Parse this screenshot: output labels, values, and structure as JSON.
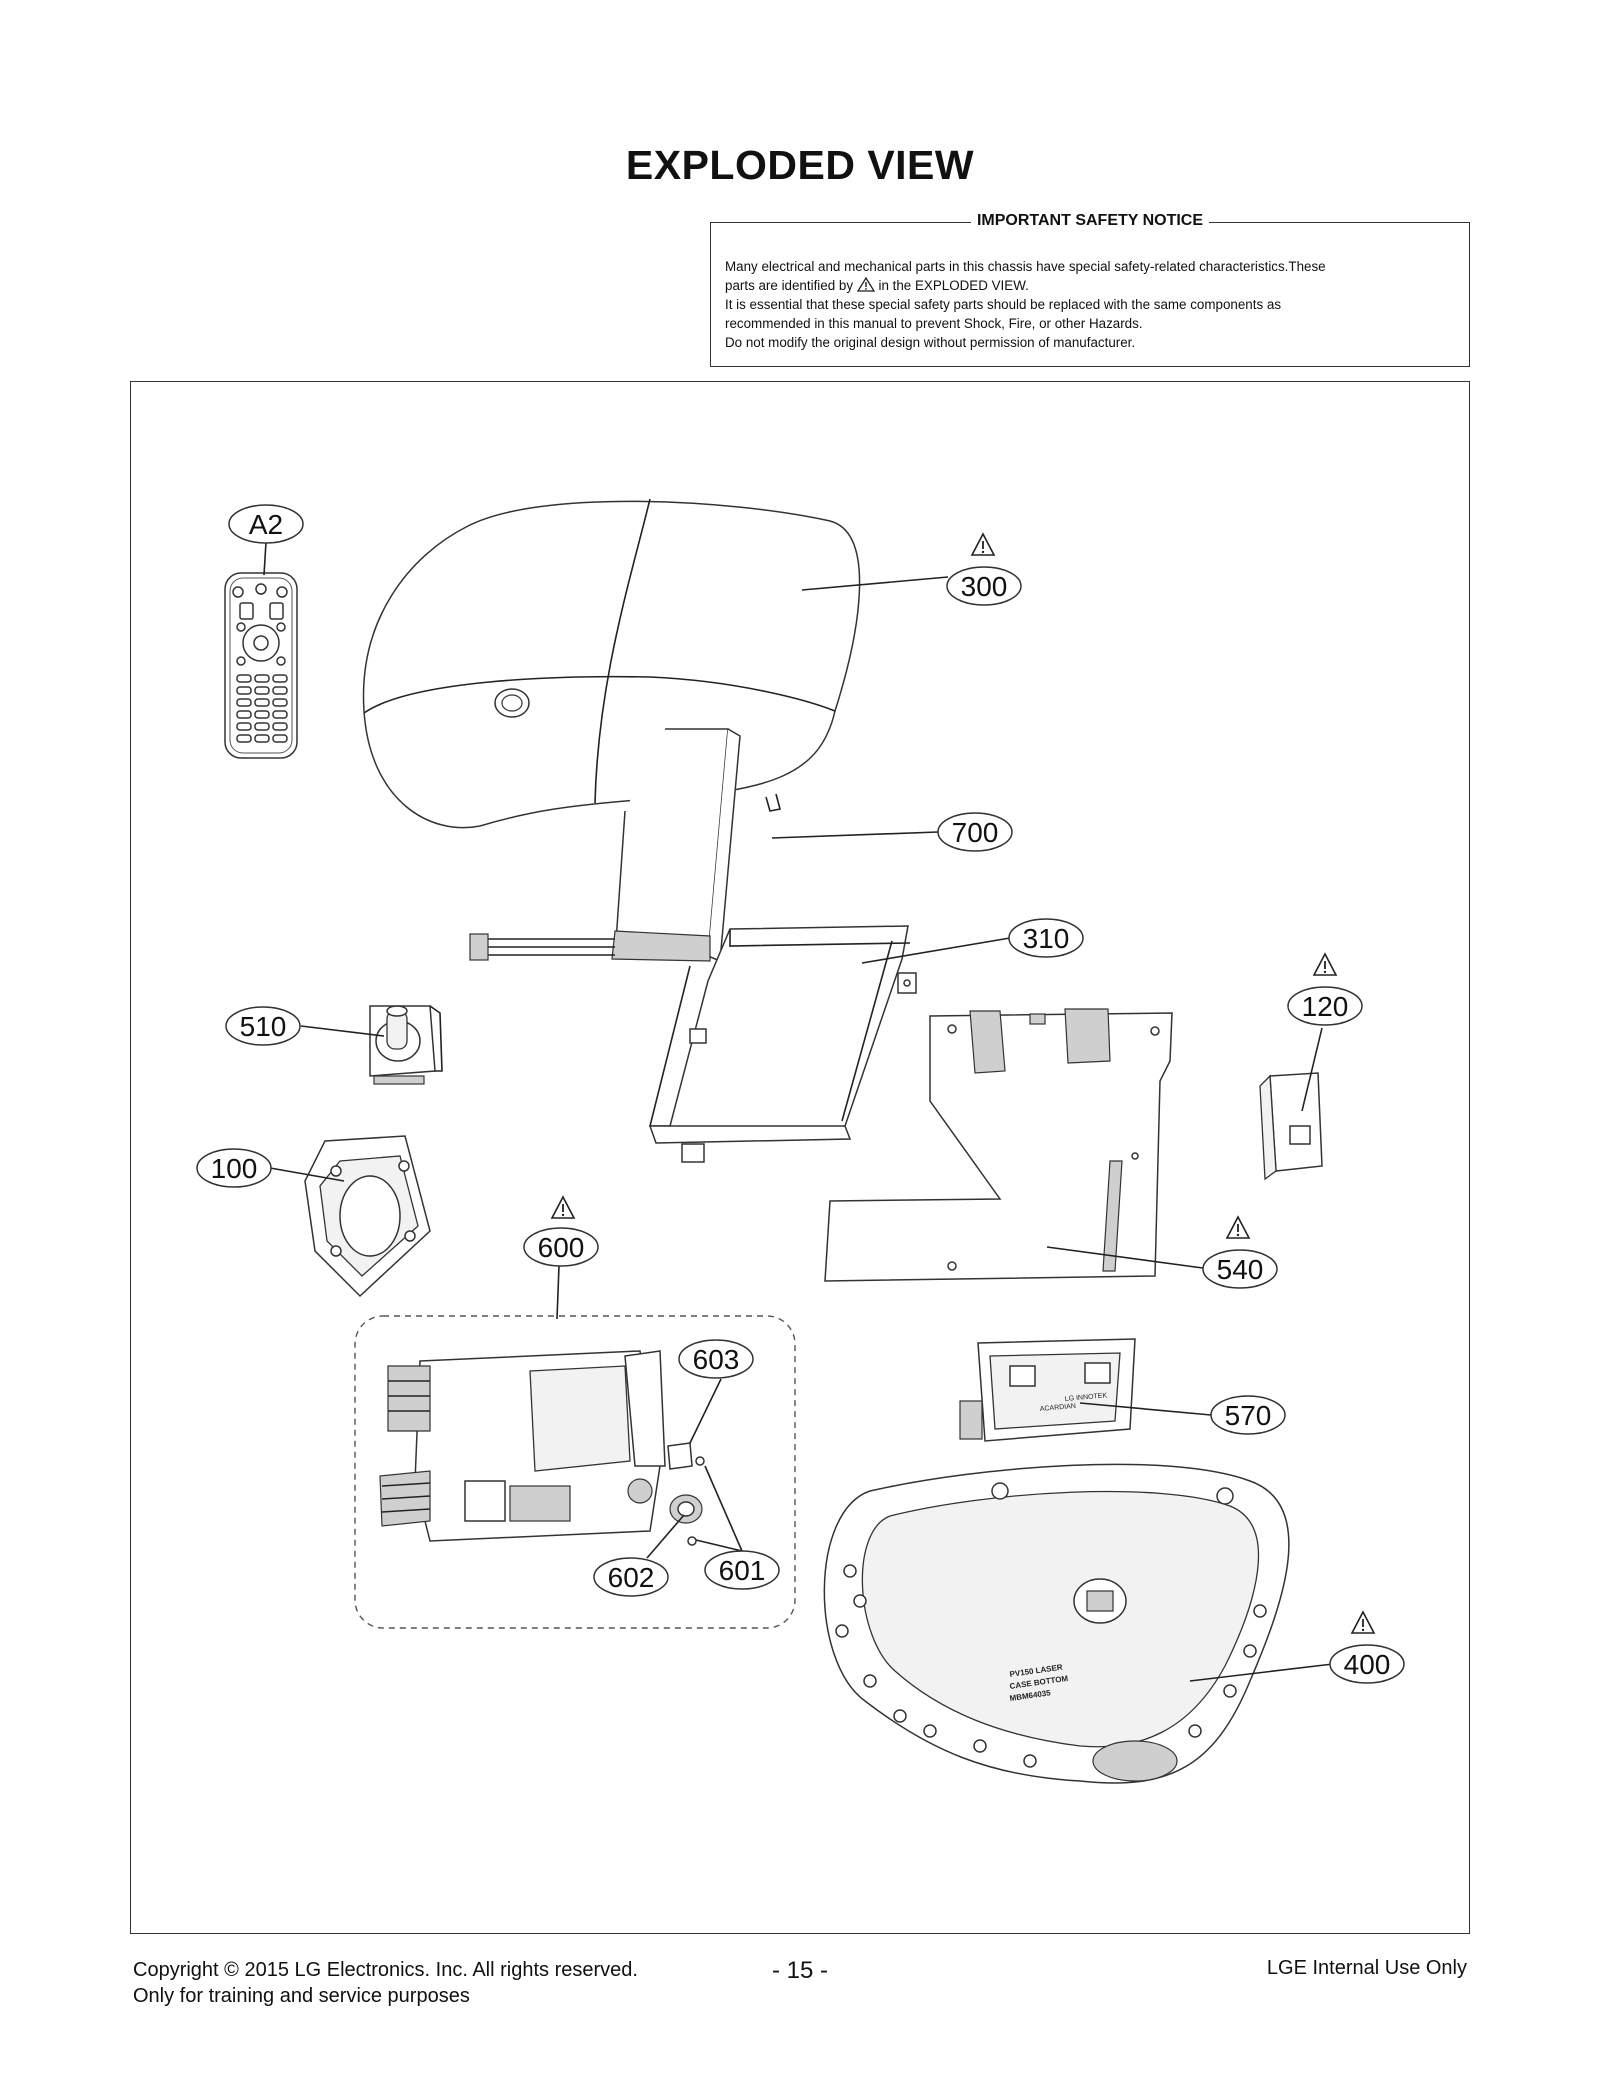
{
  "page": {
    "title": "EXPLODED VIEW"
  },
  "notice": {
    "title": "IMPORTANT SAFETY NOTICE",
    "line1": "Many electrical and mechanical parts in this chassis have special safety-related characteristics.These",
    "line2_pre": "parts are identified by",
    "line2_post": "in the EXPLODED VIEW.",
    "line3": "It is essential that these special safety parts should be replaced with the same components as",
    "line4": "recommended in this manual to prevent Shock, Fire, or other Hazards.",
    "line5": "Do not modify the original design without permission of manufacturer."
  },
  "parts": {
    "a2": "A2",
    "p300": "300",
    "p700": "700",
    "p310": "310",
    "p510": "510",
    "p120": "120",
    "p100": "100",
    "p600": "600",
    "p540": "540",
    "p603": "603",
    "p570": "570",
    "p602": "602",
    "p601": "601",
    "p400": "400"
  },
  "board_text": {
    "b570_a": "ACARDIAN",
    "b570_b": "LG INNOTEK",
    "b400_a": "PV150 LASER",
    "b400_b": "CASE BOTTOM",
    "b400_c": "MBM64035"
  },
  "footer": {
    "copyright": "Copyright  © 2015  LG Electronics. Inc. All rights reserved.",
    "training": "Only for training and service purposes",
    "page_number": "- 15 -",
    "internal": "LGE Internal Use Only"
  },
  "colors": {
    "line": "#222222",
    "part_fill": "#f2f2f2",
    "part_dark": "#cfcfcf"
  },
  "icons": [
    "warning-triangle-icon"
  ]
}
